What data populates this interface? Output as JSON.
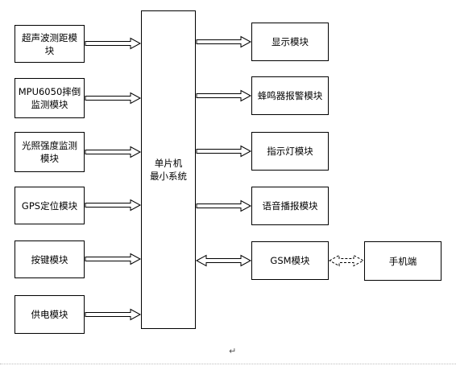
{
  "left_modules": [
    "超声波测距模块",
    "MPU6050摔倒监测模块",
    "光照强度监测模块",
    "GPS定位模块",
    "按键模块",
    "供电模块"
  ],
  "mcu": {
    "line1": "单片机",
    "line2": "最小系统"
  },
  "right_modules": [
    "显示模块",
    "蜂鸣器报警模块",
    "指示灯模块",
    "语音播报模块",
    "GSM模块"
  ],
  "phone": "手机端",
  "paragraph_mark": "↵"
}
